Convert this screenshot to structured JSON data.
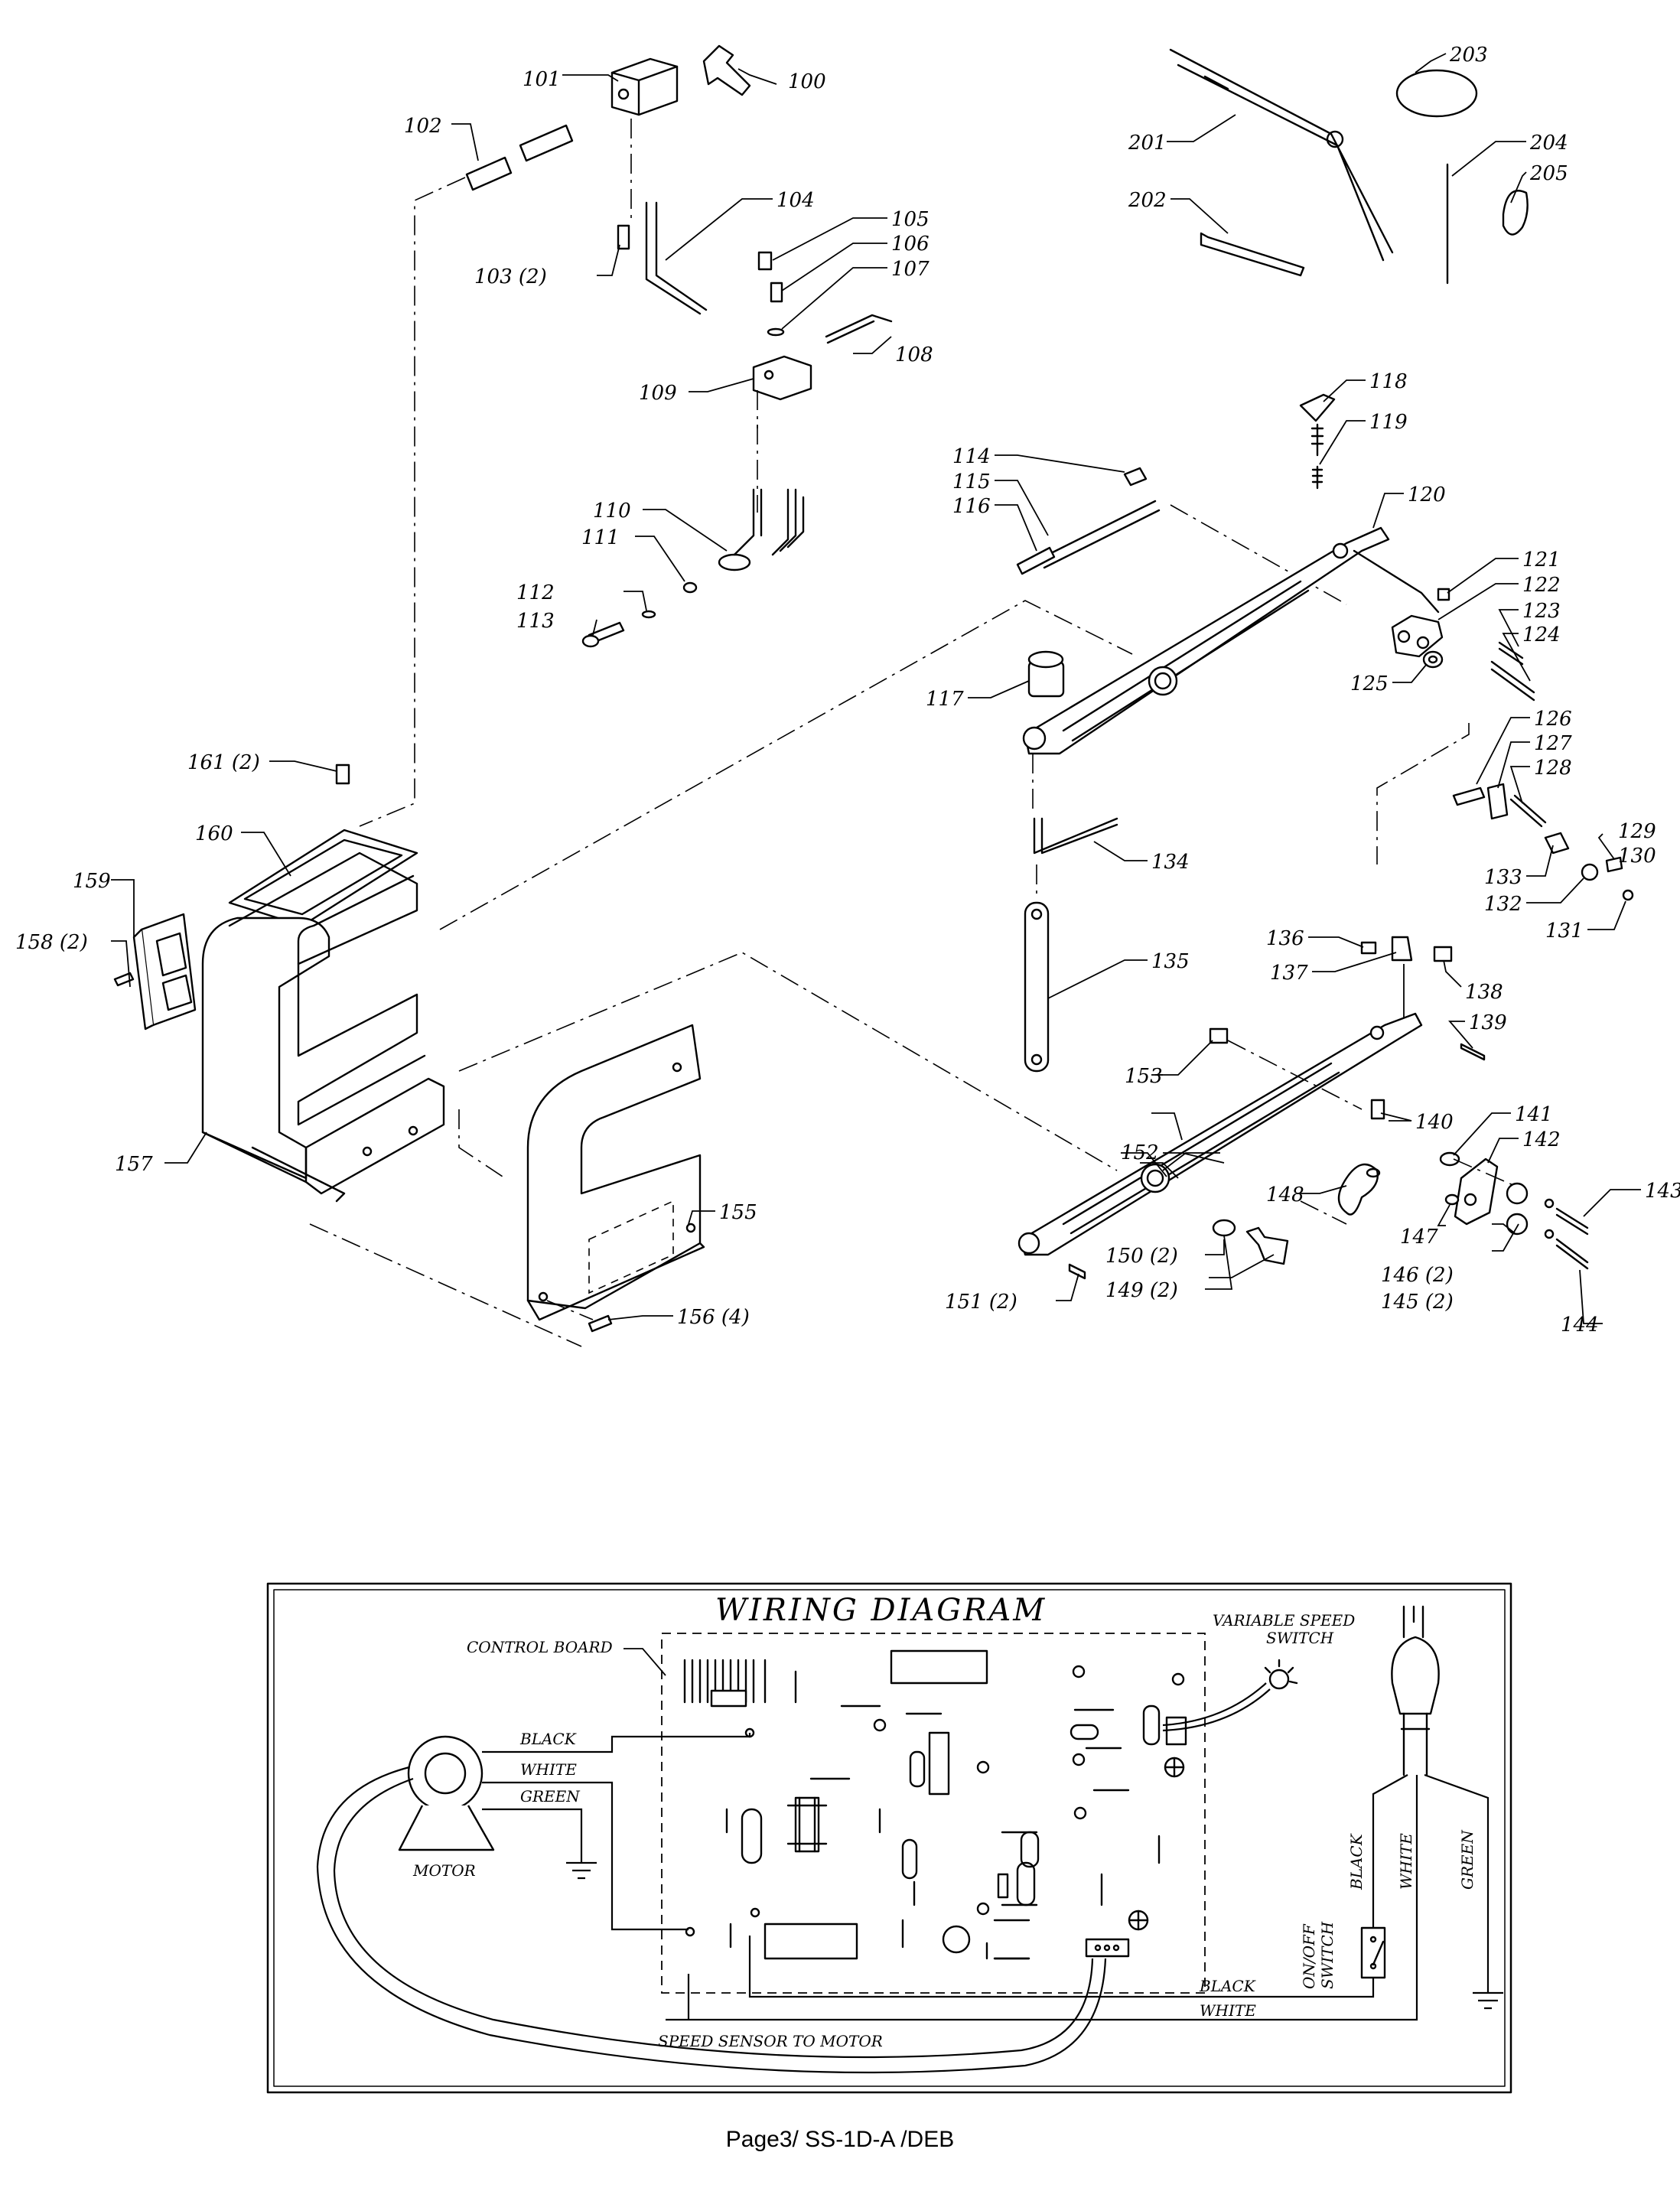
{
  "labels": {
    "p100": "100",
    "p101": "101",
    "p102": "102",
    "p103": "103  (2)",
    "p104": "104",
    "p105": "105",
    "p106": "106",
    "p107": "107",
    "p108": "108",
    "p109": "109",
    "p110": "110",
    "p111": "111",
    "p112": "112",
    "p113": "113",
    "p114": "114",
    "p115": "115",
    "p116": "116",
    "p117": "117",
    "p118": "118",
    "p119": "119",
    "p120": "120",
    "p121": "121",
    "p122": "122",
    "p123": "123",
    "p124": "124",
    "p125": "125",
    "p126": "126",
    "p127": "127",
    "p128": "128",
    "p129": "129",
    "p130": "130",
    "p131": "131",
    "p132": "132",
    "p133": "133",
    "p134": "134",
    "p135": "135",
    "p136": "136",
    "p137": "137",
    "p138": "138",
    "p139": "139",
    "p140": "140",
    "p141": "141",
    "p142": "142",
    "p143": "143",
    "p144": "144",
    "p145": "145  (2)",
    "p146": "146  (2)",
    "p147": "147",
    "p148": "148",
    "p149": "149  (2)",
    "p150": "150  (2)",
    "p151": "151  (2)",
    "p152": "152",
    "p153": "153",
    "p155": "155",
    "p156": "156  (4)",
    "p157": "157",
    "p158": "158  (2)",
    "p159": "159",
    "p160": "160",
    "p161": "161  (2)",
    "p201": "201",
    "p202": "202",
    "p203": "203",
    "p204": "204",
    "p205": "205"
  },
  "wiring": {
    "title": "WIRING  DIAGRAM",
    "control_board": "CONTROL BOARD",
    "variable_speed_1": "VARIABLE SPEED",
    "variable_speed_2": "SWITCH",
    "motor": "MOTOR",
    "black": "BLACK",
    "white": "WHITE",
    "green": "GREEN",
    "onoff_1": "ON/OFF",
    "onoff_2": "SWITCH",
    "black_bottom": "BLACK",
    "white_bottom": "WHITE",
    "speed_sensor": "SPEED  SENSOR  TO  MOTOR"
  },
  "footer": "Page3/ SS-1D-A /DEB"
}
